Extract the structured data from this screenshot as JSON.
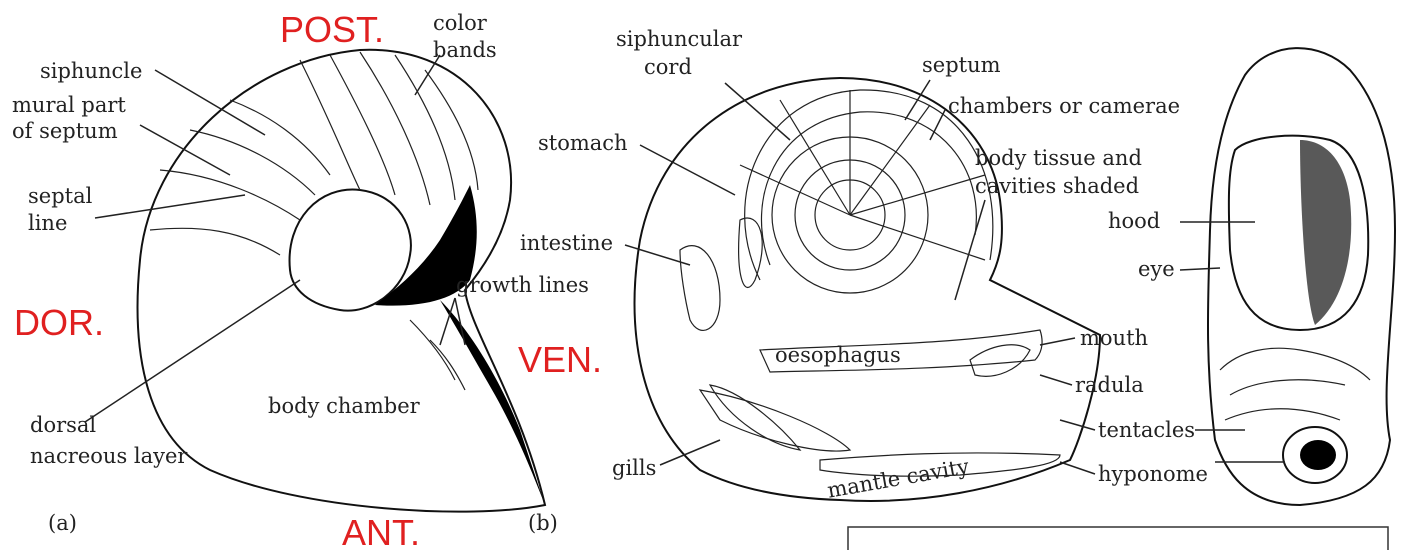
{
  "orientation": {
    "post": "POST.",
    "dor": "DOR.",
    "ven": "VEN.",
    "ant": "ANT.",
    "color": "#e02020"
  },
  "panel_a": {
    "tag": "(a)",
    "labels": {
      "siphuncle": "siphuncle",
      "mural_1": "mural part",
      "mural_2": "of septum",
      "septal_1": "septal",
      "septal_2": "line",
      "color_1": "color",
      "color_2": "bands",
      "growth": "growth lines",
      "dorsal_1": "dorsal",
      "dorsal_2": "nacreous layer",
      "body": "body chamber"
    }
  },
  "panel_b": {
    "tag": "(b)",
    "labels": {
      "siph_1": "siphuncular",
      "siph_2": "cord",
      "septum": "septum",
      "chambers": "chambers or camerae",
      "stomach": "stomach",
      "tissue_1": "body tissue and",
      "tissue_2": "cavities shaded",
      "intestine": "intestine",
      "oesophagus": "oesophagus",
      "gills": "gills",
      "mantle": "mantle cavity",
      "hood": "hood",
      "eye": "eye",
      "mouth": "mouth",
      "radula": "radula",
      "tentacles": "tentacles",
      "hyponome": "hyponome"
    }
  }
}
